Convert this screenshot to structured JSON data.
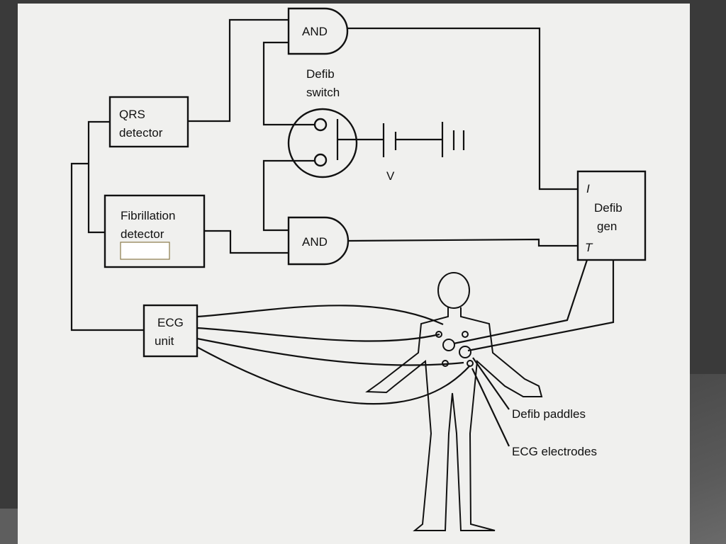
{
  "blocks": {
    "qrs_detector": {
      "line1": "QRS",
      "line2": "detector"
    },
    "fibrillation_detector": {
      "line1": "Fibrillation",
      "line2": "detector"
    },
    "ecg_unit": {
      "line1": "ECG",
      "line2": "unit"
    },
    "defib_gen": {
      "line1": "Defib",
      "line2": "gen",
      "input_i": "I",
      "input_t": "T"
    }
  },
  "gates": {
    "top": "AND",
    "bottom": "AND"
  },
  "switch": {
    "line1": "Defib",
    "line2": "switch"
  },
  "battery": {
    "label": "V"
  },
  "annotations": {
    "paddles": "Defib paddles",
    "electrodes": "ECG electrodes"
  },
  "colors": {
    "background": "#3a3a3a",
    "paper": "#f0f0ee",
    "ink": "#111111",
    "highlight_box_border": "#8a7a4a"
  }
}
